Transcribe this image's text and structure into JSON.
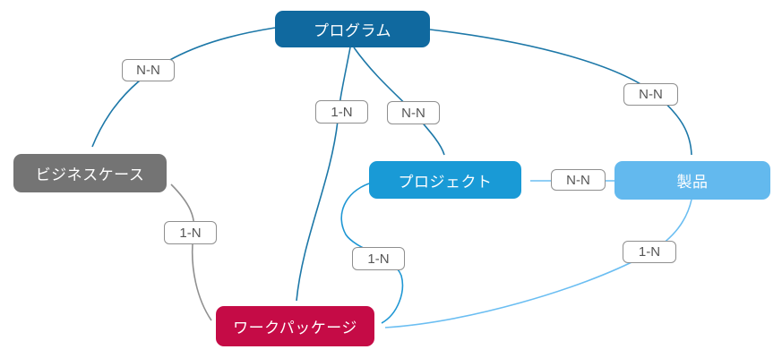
{
  "diagram": {
    "nodes": [
      {
        "id": "program",
        "label": "プログラム",
        "color": "#10699f",
        "text_color": "#ffffff"
      },
      {
        "id": "business-case",
        "label": "ビジネスケース",
        "color": "#747474",
        "text_color": "#ffffff"
      },
      {
        "id": "project",
        "label": "プロジェクト",
        "color": "#199ad6",
        "text_color": "#ffffff"
      },
      {
        "id": "product",
        "label": "製品",
        "color": "#63b9ee",
        "text_color": "#ffffff"
      },
      {
        "id": "work-package",
        "label": "ワークパッケージ",
        "color": "#c50b46",
        "text_color": "#ffffff"
      }
    ],
    "edges": [
      {
        "from": "program",
        "to": "business-case",
        "label": "N-N",
        "color": "#1d78a8"
      },
      {
        "from": "program",
        "to": "work-package",
        "label": "1-N",
        "color": "#1d78a8"
      },
      {
        "from": "program",
        "to": "project",
        "label": "N-N",
        "color": "#1d78a8"
      },
      {
        "from": "program",
        "to": "product",
        "label": "N-N",
        "color": "#1d78a8"
      },
      {
        "from": "product",
        "to": "project",
        "label": "N-N",
        "color": "#6bbef2"
      },
      {
        "from": "business-case",
        "to": "work-package",
        "label": "1-N",
        "color": "#909090"
      },
      {
        "from": "project",
        "to": "work-package",
        "label": "1-N",
        "color": "#1f97d4"
      },
      {
        "from": "product",
        "to": "work-package",
        "label": "1-N",
        "color": "#6bbef2"
      }
    ],
    "label_style": {
      "border_color": "#8f8f8f",
      "text_color": "#555555",
      "background": "#ffffff"
    }
  }
}
